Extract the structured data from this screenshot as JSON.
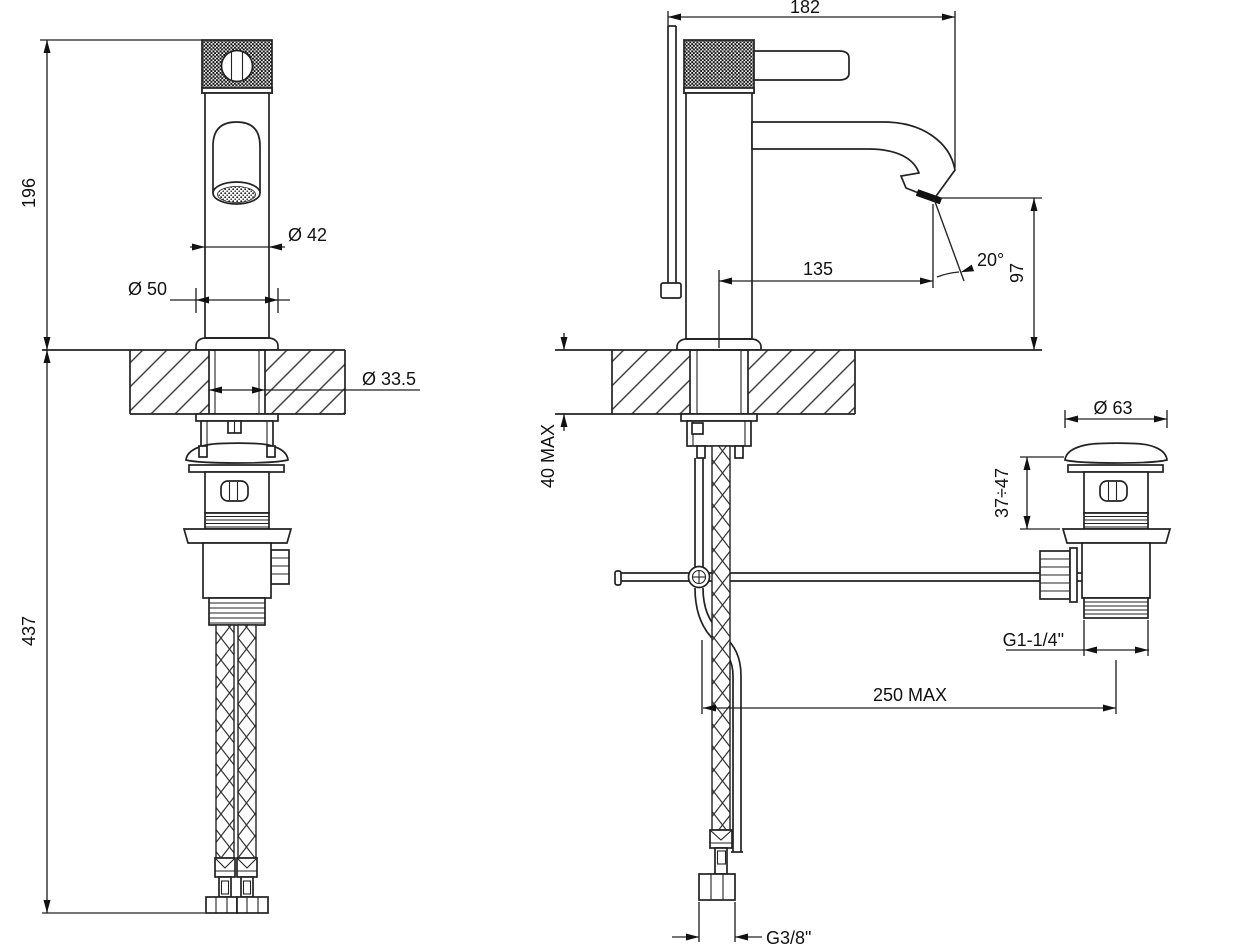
{
  "drawing": {
    "type": "technical-dimension-drawing",
    "subject": "single-lever basin mixer faucet with pop-up waste",
    "line_color": "#222222",
    "background": "#ffffff",
    "labels": {
      "height_body": "196",
      "height_total": "437",
      "dia_body": "Ø 42",
      "dia_base": "Ø 50",
      "dia_hole": "Ø 33.5",
      "depth_total": "182",
      "spout_reach": "135",
      "spout_angle": "20°",
      "spout_height": "97",
      "deck_max": "40 MAX",
      "drain_reach": "250 MAX",
      "drain_thread": "G1-1/4\"",
      "hose_thread": "G3/8\"",
      "waste_cap_dia": "Ø 63",
      "waste_range": "37÷47"
    }
  }
}
